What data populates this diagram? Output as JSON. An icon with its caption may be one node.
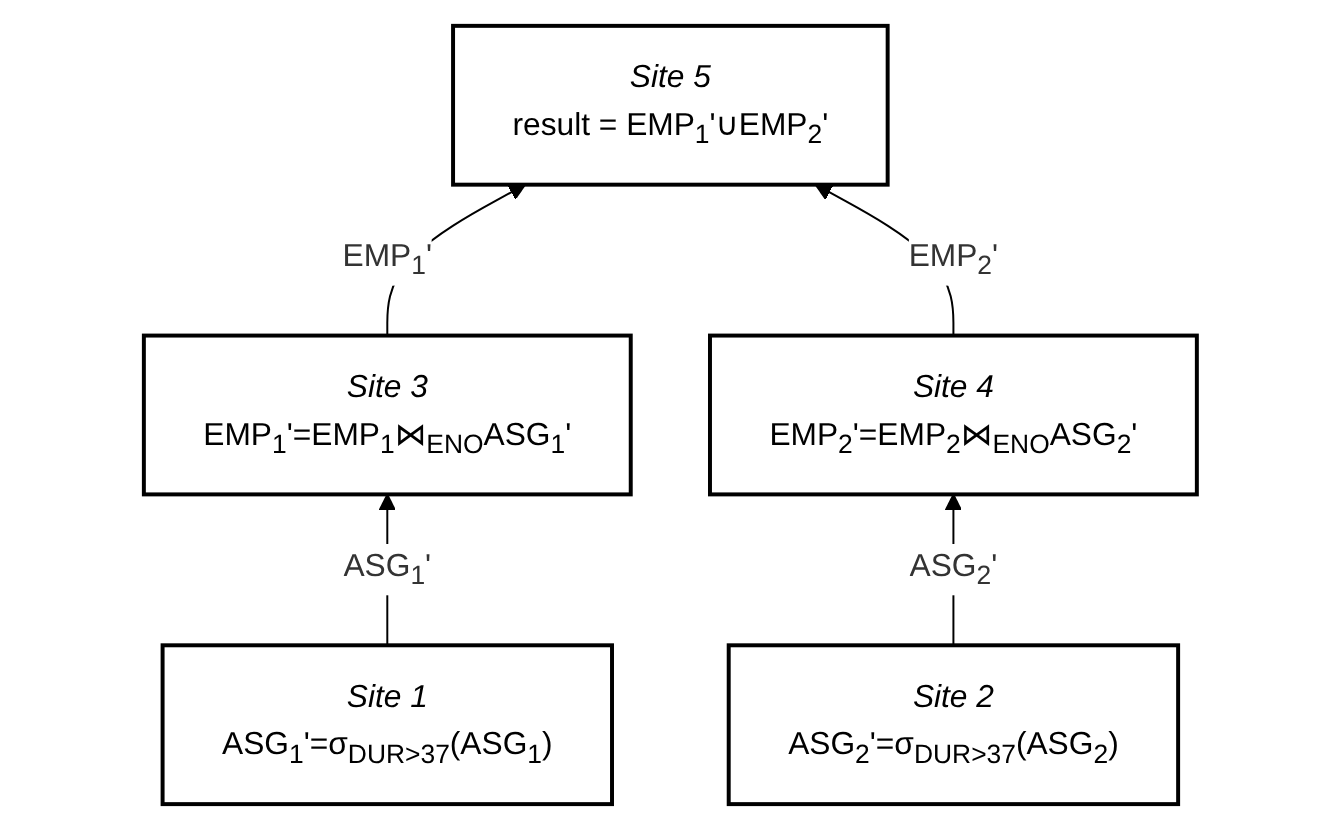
{
  "diagram": {
    "nodes": [
      {
        "text": [
          "Site 5",
          "result = EMP$_{1}$'∪EMP$_{2}$'"
        ]
      },
      {
        "text": [
          "Site 3",
          "EMP$_{1}$'=EMP$_{1}$⋈$_{ENO}$ASG$_{1}$'"
        ]
      },
      {
        "text": [
          "Site 4",
          "EMP$_{2}$'=EMP$_{2}$⋈$_{ENO}$ASG$_{2}$'"
        ]
      },
      {
        "text": [
          "Site 1",
          "ASG$_{1}$'=σ$_{DUR>37}$(ASG$_{1}$)"
        ]
      },
      {
        "text": [
          "Site 2",
          "ASG$_{2}$'=σ$_{DUR>37}$(ASG$_{2}$)"
        ]
      }
    ],
    "edges": [
      {
        "from": 1,
        "to": 0,
        "arrow": "to",
        "label": "EMP$_{1}$'"
      },
      {
        "from": 2,
        "to": 0,
        "arrow": "to",
        "label": "EMP$_{2}$'"
      },
      {
        "from": 3,
        "to": 1,
        "arrow": "to",
        "label": "ASG$_{1}$'"
      },
      {
        "from": 4,
        "to": 2,
        "arrow": "to",
        "label": "ASG$_{2}$'"
      }
    ]
  }
}
